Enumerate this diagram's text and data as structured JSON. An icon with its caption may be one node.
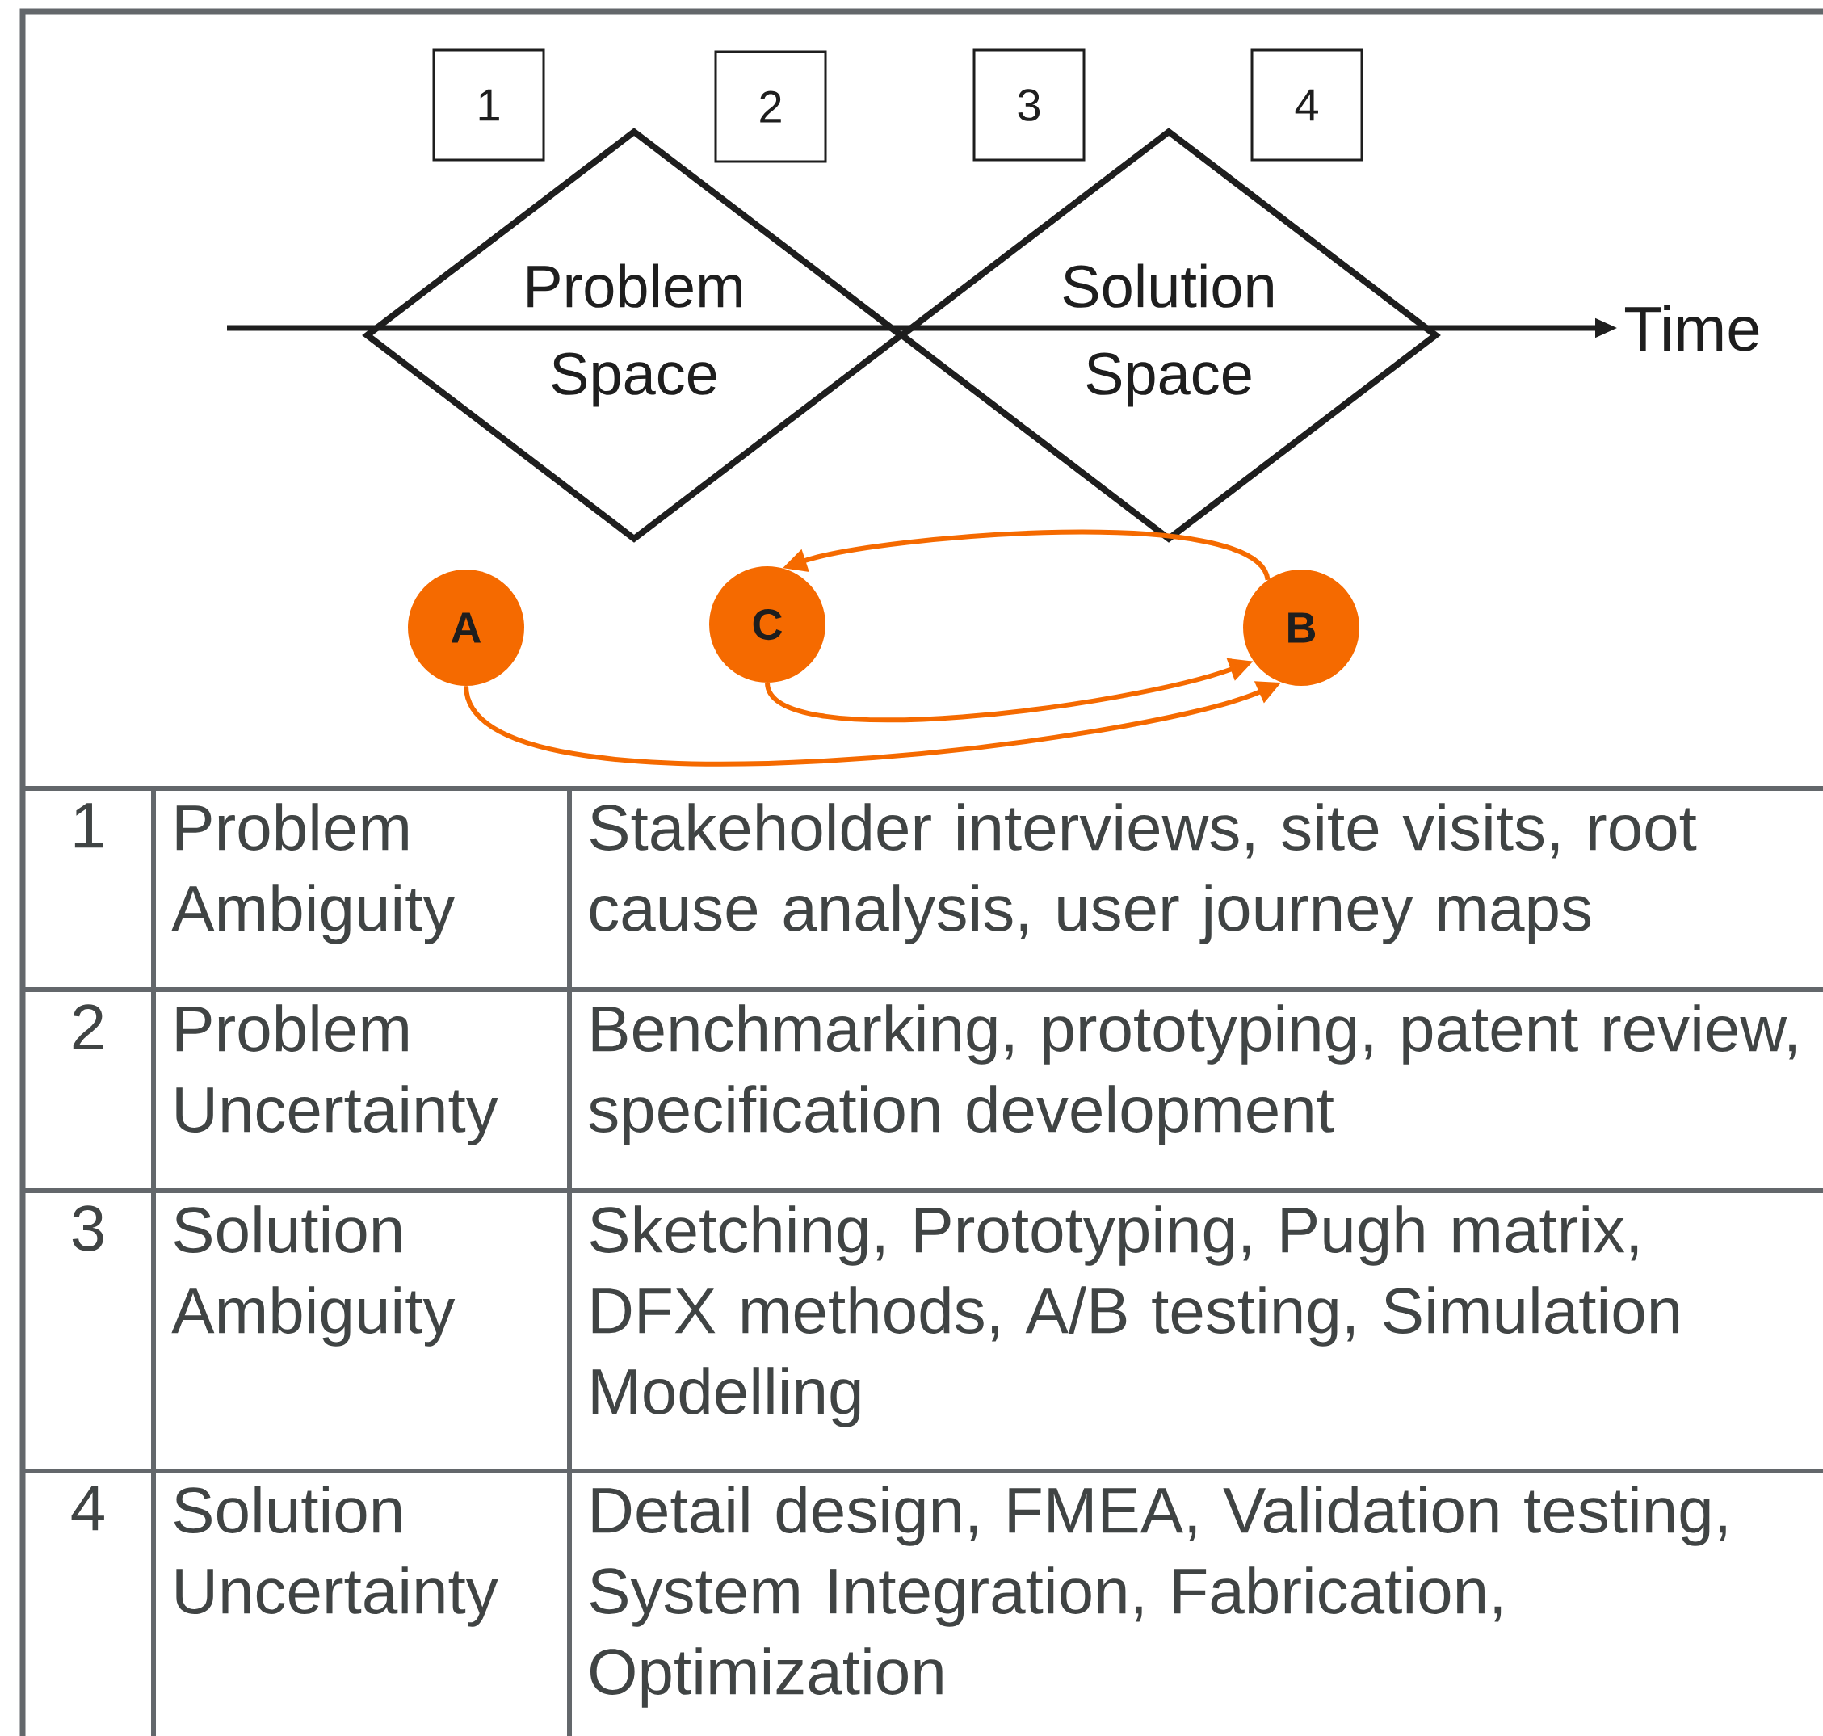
{
  "diagram": {
    "nodes": [
      {
        "text": [
          "1"
        ]
      },
      {
        "text": [
          "2"
        ]
      },
      {
        "text": [
          "Problem Space"
        ]
      },
      {
        "text": [
          "3"
        ]
      },
      {
        "text": [
          "4"
        ]
      },
      {
        "text": [
          "Solution Space"
        ]
      },
      {
        "text": [
          "A"
        ]
      },
      {
        "text": [
          "C"
        ]
      },
      {
        "text": [
          "B"
        ]
      }
    ],
    "edges": [
      {
        "from": 6,
        "to": 8,
        "arrow": "to"
      },
      {
        "from": 7,
        "to": 8,
        "arrow": "to"
      },
      {
        "from": 8,
        "to": 7,
        "arrow": "to"
      }
    ],
    "labels": [
      "Time",
      "1",
      "Problem Ambiguity",
      "Stakeholder interviews, site visits, root cause analysis, user journey maps",
      "2",
      "Problem Uncertainty",
      "Benchmarking, prototyping, patent review, specification development",
      "3",
      "Solution Ambiguity",
      "Sketching, Prototyping, Pugh matrix, DFX methods, A/B testing, Simulation Modelling",
      "4",
      "Solution Uncertainty",
      "Detail design, FMEA, Validation testing, System Integration, Fabrication, Optimization"
    ]
  }
}
